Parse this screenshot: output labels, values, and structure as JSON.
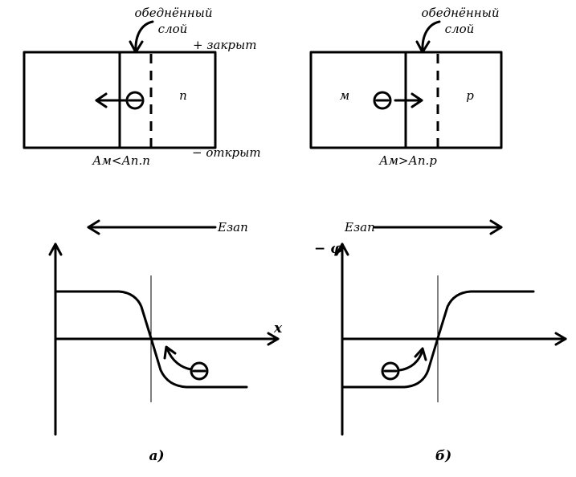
{
  "left_top": {
    "depletion_label_1": "обеднённый",
    "depletion_label_2": "слой",
    "region_n": "n",
    "closed_label": "+ закрыт",
    "open_label": "− открыт",
    "caption": "Ам<Ап.n"
  },
  "right_top": {
    "depletion_label_1": "обеднённый",
    "depletion_label_2": "слой",
    "region_m": "м",
    "region_p": "p",
    "caption": "Ам>Ап.p"
  },
  "left_bottom": {
    "field_label": "Eзап",
    "x_axis_label": "x",
    "panel_label": "а)"
  },
  "right_bottom": {
    "field_label": "Eзап",
    "y_axis_label": "− φ",
    "panel_label": "б)"
  }
}
